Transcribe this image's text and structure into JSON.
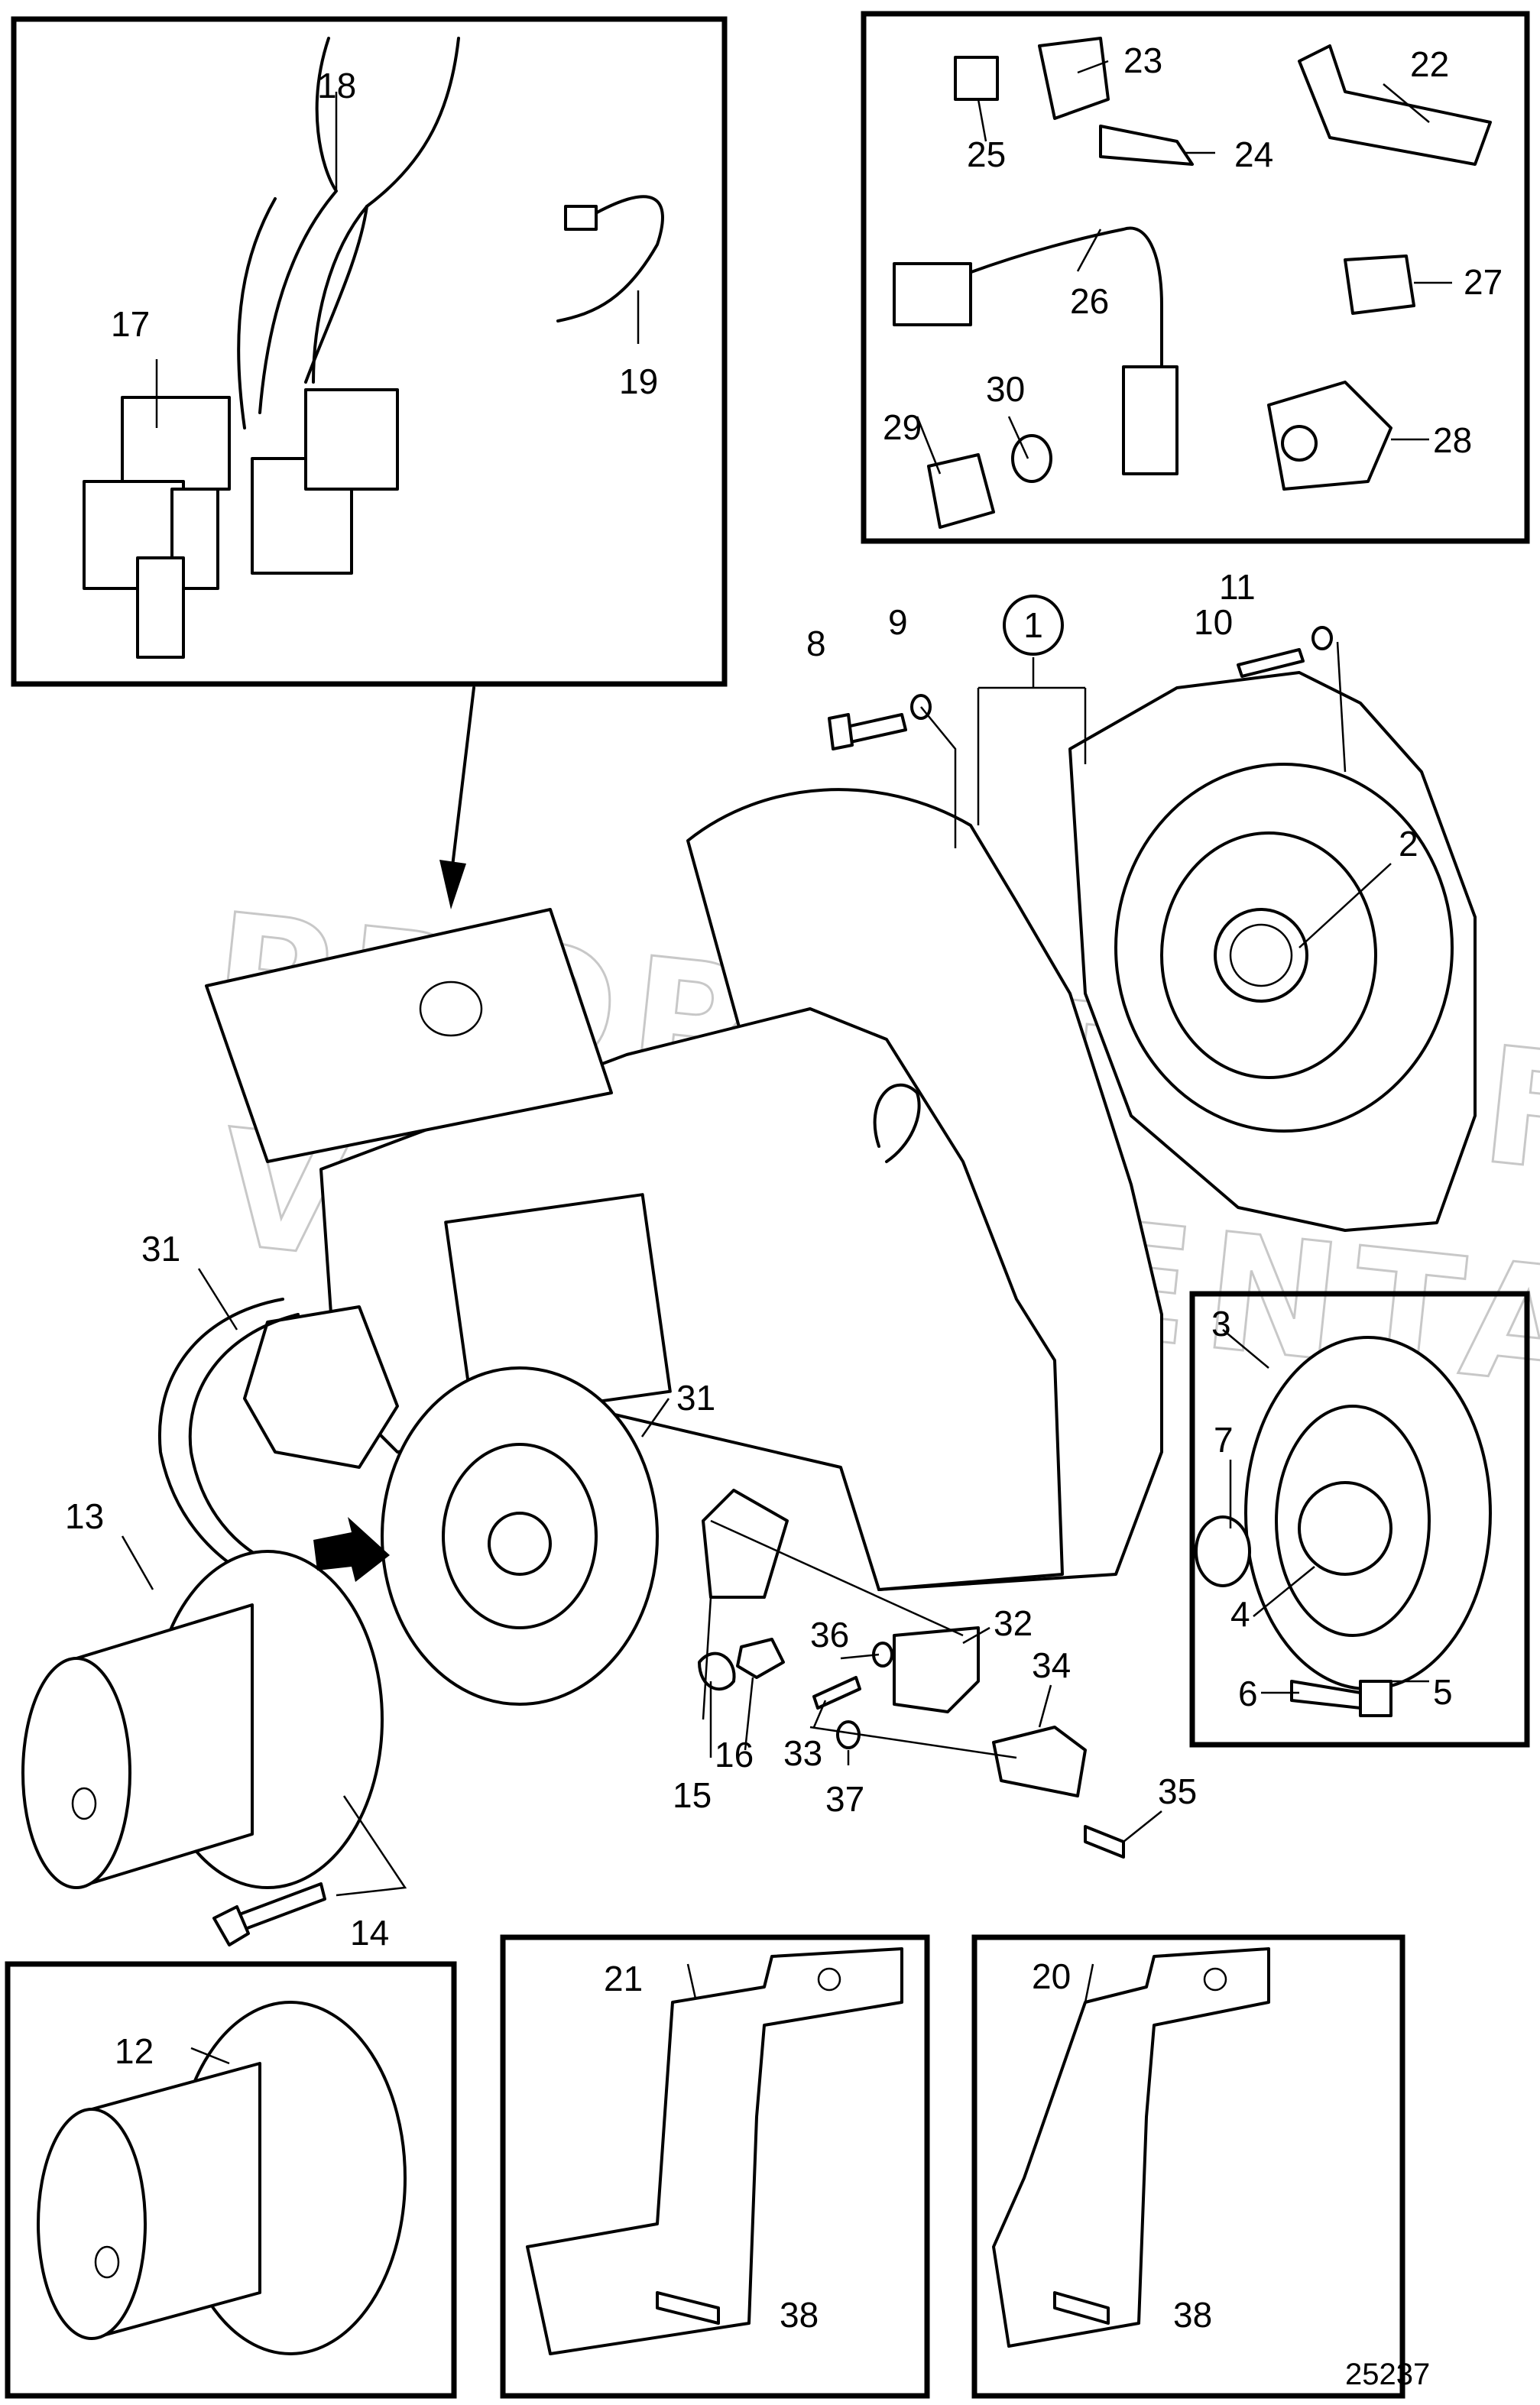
{
  "diagram_id": "25237",
  "watermark": [
    "PROPERTY OF",
    "VOLVO PENTA"
  ],
  "callouts": [
    {
      "label": "1",
      "circled": true
    },
    "2",
    "3",
    "4",
    "5",
    "6",
    "7",
    "8",
    "9",
    "10",
    "11",
    "12",
    "13",
    "14",
    "15",
    "16",
    "17",
    "18",
    "19",
    "20",
    "21",
    "22",
    "23",
    "24",
    "25",
    "26",
    "27",
    "28",
    "29",
    "30",
    "31",
    "31",
    "32",
    "33",
    "34",
    "35",
    "36",
    "37",
    "38",
    "38"
  ]
}
